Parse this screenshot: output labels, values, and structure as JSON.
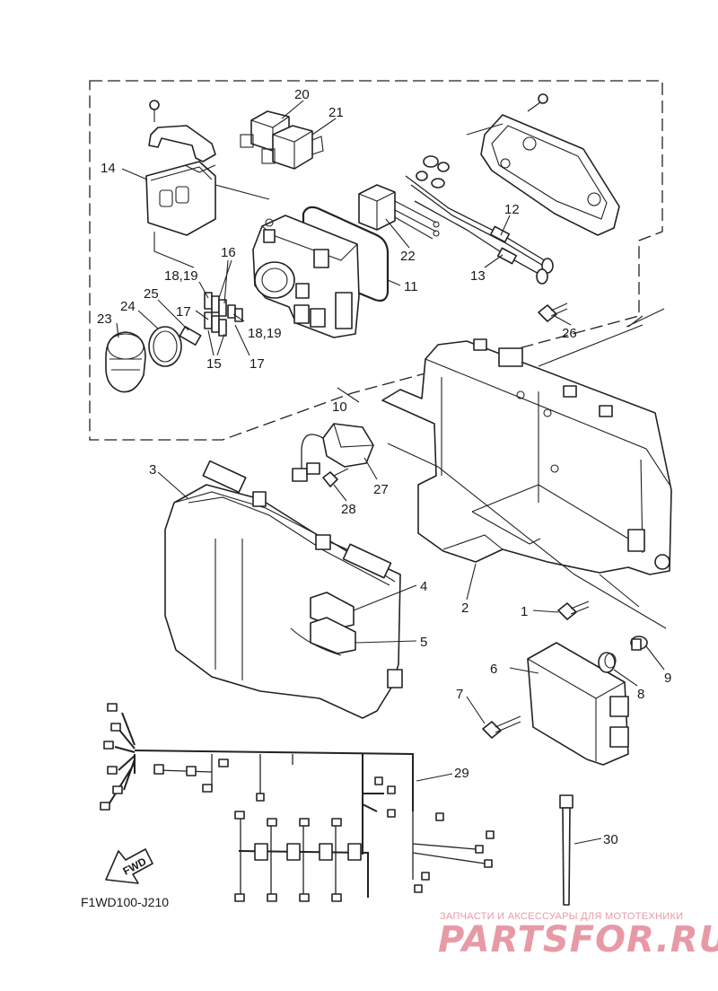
{
  "diagram_code": "F1WD100-J210",
  "direction_badge": "FWD",
  "watermark": {
    "tagline": "ЗАПЧАСТИ И АКСЕССУАРЫ ДЛЯ МОТОТЕХНИКИ",
    "brand": "PARTSFOR.RU"
  },
  "callouts": {
    "c1": "1",
    "c2": "2",
    "c3": "3",
    "c4": "4",
    "c5": "5",
    "c6": "6",
    "c7": "7",
    "c8": "8",
    "c9": "9",
    "c10": "10",
    "c11": "11",
    "c12": "12",
    "c13": "13",
    "c14": "14",
    "c15": "15",
    "c16": "16",
    "c17a": "17",
    "c17b": "17",
    "c1819a": "18,19",
    "c1819b": "18,19",
    "c20": "20",
    "c21": "21",
    "c22": "22",
    "c23": "23",
    "c24": "24",
    "c25": "25",
    "c26": "26",
    "c27": "27",
    "c28": "28",
    "c29": "29",
    "c30": "30"
  }
}
